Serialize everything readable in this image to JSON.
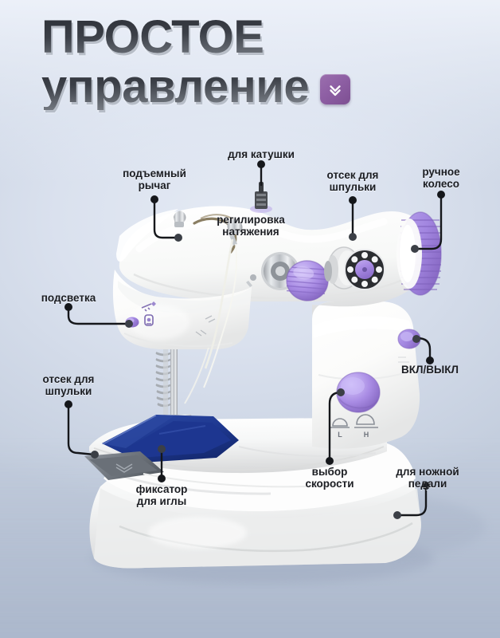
{
  "page": {
    "language": "ru",
    "background_top_color": "#e6ebf5",
    "background_bottom_color": "#c0cadb"
  },
  "title": {
    "line1": "ПРОСТОЕ",
    "line2": "управление",
    "badge_icon": "double-chevron-down-icon",
    "badge_color": "#8e5fa4",
    "text_gradient_top": "#2c2f36",
    "text_gradient_bottom": "#878d96"
  },
  "product": {
    "name": "mini-sewing-machine",
    "body_color": "#ffffff",
    "accent_color": "#a88ce2",
    "fabric_color": "#1f3a8f",
    "speed_marks": {
      "low": "L",
      "high": "H"
    }
  },
  "callouts": [
    {
      "id": "lifting-lever",
      "text": "подъемный\nрычаг",
      "align": "center"
    },
    {
      "id": "spool-pin",
      "text": "для катушки",
      "align": "center"
    },
    {
      "id": "bobbin-compartment-top",
      "text": "отсек для\nшпульки",
      "align": "center"
    },
    {
      "id": "handwheel",
      "text": "ручное\nколесо",
      "align": "center"
    },
    {
      "id": "tension-adjust",
      "text": "регилировка\nнатяжения",
      "align": "center"
    },
    {
      "id": "light",
      "text": "подсветка",
      "align": "center"
    },
    {
      "id": "bobbin-compartment-bottom",
      "text": "отсек для\nшпульки",
      "align": "center"
    },
    {
      "id": "power-switch",
      "text": "ВКЛ/ВЫКЛ",
      "align": "center"
    },
    {
      "id": "needle-clamp",
      "text": "фиксатор\nдля иглы",
      "align": "center"
    },
    {
      "id": "speed-select",
      "text": "выбор\nскорости",
      "align": "center"
    },
    {
      "id": "foot-pedal-port",
      "text": "для ножной\nпедали",
      "align": "center"
    }
  ]
}
